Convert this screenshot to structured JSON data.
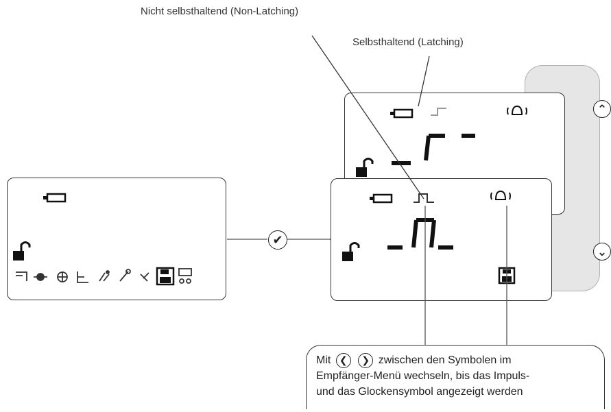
{
  "labels": {
    "non_latching": "Nicht selbsthaltend (Non-Latching)",
    "latching": "Selbsthaltend (Latching)"
  },
  "note": {
    "part1": "Mit",
    "part2": "zwischen den Symbolen im",
    "line2": "Empfänger-Menü wechseln, bis das Impuls-",
    "line3": "und das Glockensymbol angezeigt werden"
  },
  "icons": {
    "battery": "battery-icon",
    "unlock": "unlock-icon",
    "bell": "bell-icon",
    "save": "save-icon",
    "pulse": "pulse-icon",
    "step": "step-icon",
    "check": "check-button",
    "up": "up-button",
    "down": "down-button",
    "left": "left-button",
    "right": "right-button"
  }
}
